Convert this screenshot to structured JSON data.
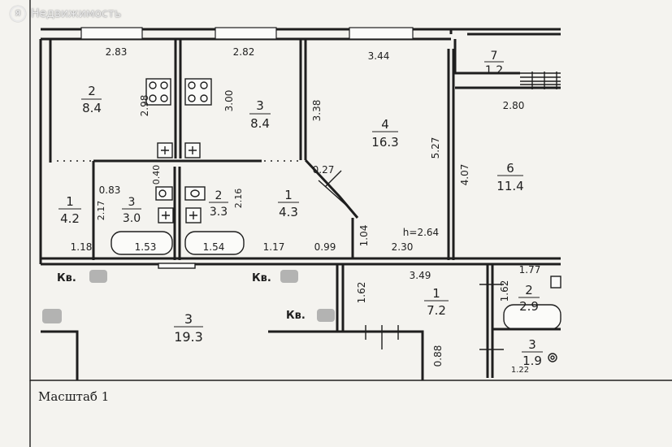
{
  "watermark": {
    "logo": "Я",
    "text": "Недвижимость"
  },
  "scale_label": "Масштаб 1",
  "ceiling_height": "h=2.64",
  "rooms": {
    "r2_left": {
      "num": "2",
      "area": "8.4"
    },
    "r3_kitchen": {
      "num": "3",
      "area": "8.4"
    },
    "r4": {
      "num": "4",
      "area": "16.3"
    },
    "r6": {
      "num": "6",
      "area": "11.4"
    },
    "r7": {
      "num": "7",
      "area": "1.2"
    },
    "r1_left": {
      "num": "1",
      "area": "4.2"
    },
    "r3_bath": {
      "num": "3",
      "area": "3.0"
    },
    "r2_bath": {
      "num": "2",
      "area": "3.3"
    },
    "r1_mid": {
      "num": "1",
      "area": "4.3"
    },
    "r3_lower": {
      "num": "3",
      "area": "19.3"
    },
    "r1_lower": {
      "num": "1",
      "area": "7.2"
    },
    "r2_lower": {
      "num": "2",
      "area": "2.9"
    },
    "r3_lower_right": {
      "num": "3",
      "area": "1.9"
    }
  },
  "dimensions": {
    "d_283": "2.83",
    "d_282": "2.82",
    "d_344": "3.44",
    "d_280": "2.80",
    "d_298": "2.98",
    "d_300": "3.00",
    "d_338": "3.38",
    "d_527": "5.27",
    "d_407": "4.07",
    "d_027": "0.27",
    "d_040": "0.40",
    "d_083": "0.83",
    "d_217": "2.17",
    "d_216": "2.16",
    "d_104": "1.04",
    "d_118": "1.18",
    "d_153": "1.53",
    "d_154": "1.54",
    "d_117": "1.17",
    "d_099": "0.99",
    "d_230": "2.30",
    "d_349": "3.49",
    "d_162": "1.62",
    "d_177": "1.77",
    "d_162b": "1.62",
    "d_088": "0.88",
    "d_122": "1.22"
  },
  "apartment_labels": {
    "kv1": "Кв.",
    "kv2": "Кв.",
    "kv3": "Кв."
  },
  "icons": [
    "stove-icon",
    "vent-icon",
    "toilet-icon",
    "bathtub-icon",
    "sink-icon"
  ]
}
